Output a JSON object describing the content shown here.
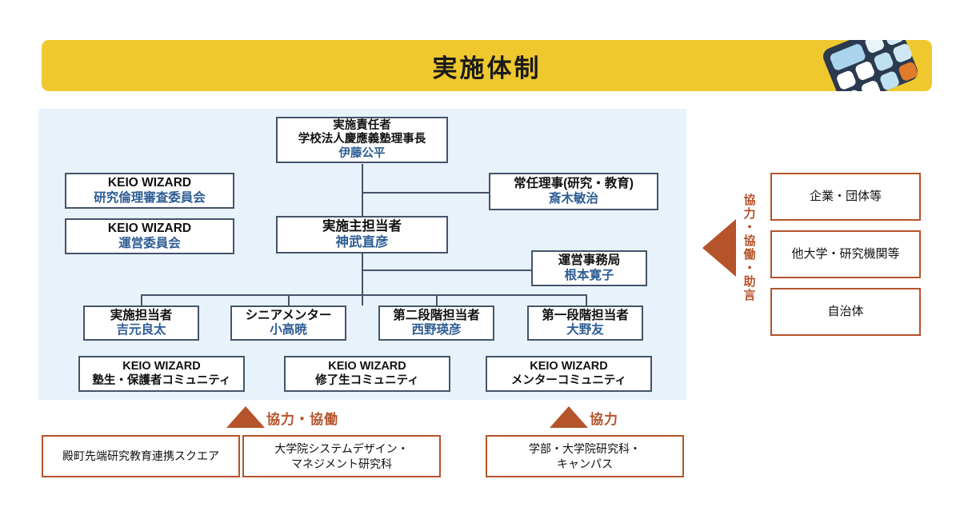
{
  "title": {
    "heading": "実施体制",
    "icon": "calculator-icon",
    "bar_color": "#efc82e"
  },
  "colors": {
    "panel_bg": "#e8f2fb",
    "box_border": "#44546a",
    "name_text": "#2e5d94",
    "accent_orange": "#b5532a",
    "title_bar": "#efc82e"
  },
  "org_chart": {
    "leader": {
      "line1": "実施責任者",
      "line2": "学校法人慶應義塾理事長",
      "name": "伊藤公平"
    },
    "director": {
      "line1": "常任理事(研究・教育)",
      "name": "斎木敏治"
    },
    "main_lead": {
      "line1": "実施主担当者",
      "name": "神武直彦"
    },
    "office": {
      "line1": "運営事務局",
      "name": "根本寛子"
    },
    "committees": [
      {
        "line1": "KEIO WIZARD",
        "line2": "研究倫理審査委員会"
      },
      {
        "line1": "KEIO WIZARD",
        "line2": "運営委員会"
      }
    ],
    "staff": [
      {
        "line1": "実施担当者",
        "name": "吉元良太"
      },
      {
        "line1": "シニアメンター",
        "name": "小高暁"
      },
      {
        "line1": "第二段階担当者",
        "name": "西野瑛彦"
      },
      {
        "line1": "第一段階担当者",
        "name": "大野友"
      }
    ],
    "communities": [
      {
        "line1": "KEIO WIZARD",
        "line2": "塾生・保護者コミュニティ"
      },
      {
        "line1": "KEIO WIZARD",
        "line2": "修了生コミュニティ"
      },
      {
        "line1": "KEIO WIZARD",
        "line2": "メンターコミュニティ"
      }
    ]
  },
  "partners": {
    "vertical_label": "協力・協働・助言",
    "arrow": "left-arrow",
    "items": [
      {
        "label": "企業・団体等"
      },
      {
        "label": "他大学・研究機関等"
      },
      {
        "label": "自治体"
      }
    ]
  },
  "bottom": {
    "arrow_left_label": "協力・協働",
    "arrow_right_label": "協力",
    "boxes": [
      {
        "line1": "殿町先端研究教育連携スクエア",
        "line2": ""
      },
      {
        "line1": "大学院システムデザイン・",
        "line2": "マネジメント研究科"
      },
      {
        "line1": "学部・大学院研究科・",
        "line2": "キャンパス"
      }
    ]
  }
}
